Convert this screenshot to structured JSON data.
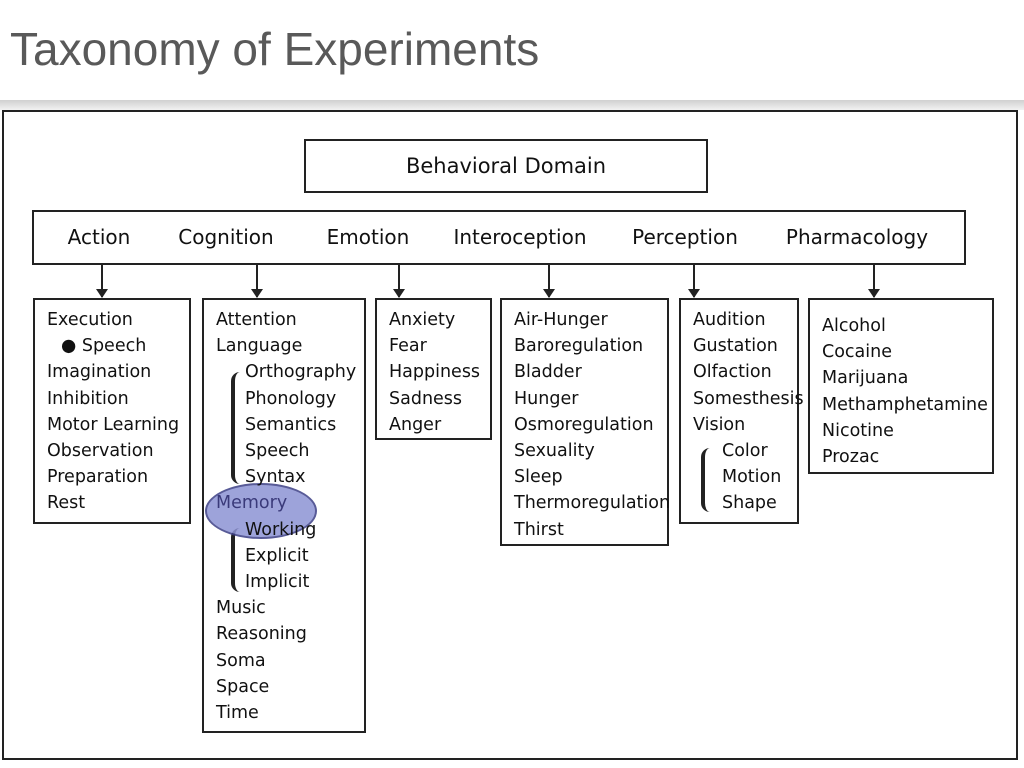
{
  "title": "Taxonomy of Experiments",
  "diagram": {
    "root": "Behavioral Domain",
    "categories": [
      "Action",
      "Cognition",
      "Emotion",
      "Interoception",
      "Perception",
      "Pharmacology"
    ],
    "action": [
      "Execution",
      "Speech",
      "Imagination",
      "Inhibition",
      "Motor Learning",
      "Observation",
      "Preparation",
      "Rest"
    ],
    "cognition": [
      "Attention",
      "Language",
      "Orthography",
      "Phonology",
      "Semantics",
      "Speech",
      "Syntax",
      "Memory",
      "Working",
      "Explicit",
      "Implicit",
      "Music",
      "Reasoning",
      "Soma",
      "Space",
      "Time"
    ],
    "emotion": [
      "Anxiety",
      "Fear",
      "Happiness",
      "Sadness",
      "Anger"
    ],
    "interoception": [
      "Air-Hunger",
      "Baroregulation",
      "Bladder",
      "Hunger",
      "Osmoregulation",
      "Sexuality",
      "Sleep",
      "Thermoregulation",
      "Thirst"
    ],
    "perception": [
      "Audition",
      "Gustation",
      "Olfaction",
      "Somesthesis",
      "Vision",
      "Color",
      "Motion",
      "Shape"
    ],
    "pharmacology": [
      "Alcohol",
      "Cocaine",
      "Marijuana",
      "Methamphetamine",
      "Nicotine",
      "Prozac"
    ],
    "highlighted_item": "Memory",
    "highlight_color": "#8d93d4"
  }
}
